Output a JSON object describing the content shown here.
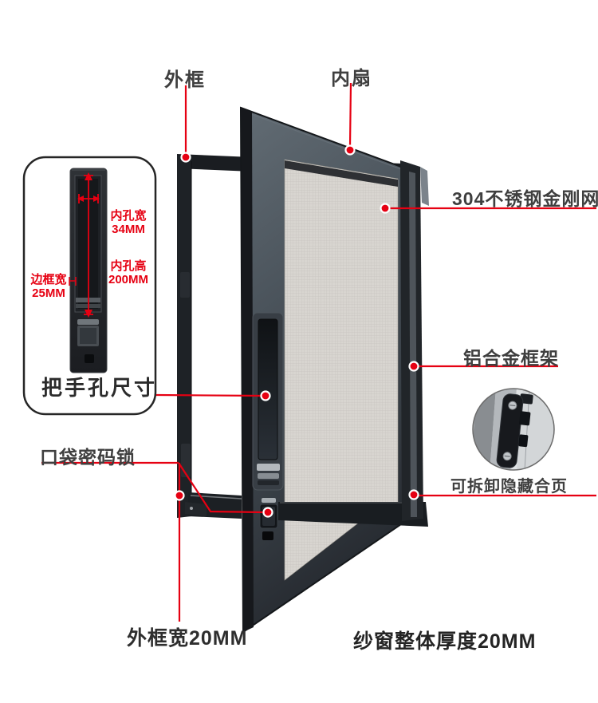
{
  "accent_color": "#e60012",
  "callouts": {
    "outer_frame": "外框",
    "inner_sash": "内扇",
    "steel_mesh": "304不锈钢金刚网",
    "alloy_frame": "铝合金框架",
    "hinge": "可拆卸隐藏合页",
    "pocket_lock": "口袋密码锁",
    "outer_frame_width": "外框宽20MM",
    "overall_thickness": "纱窗整体厚度20MM"
  },
  "handle_detail": {
    "caption": "把手孔尺寸",
    "inner_width_label": "内孔宽",
    "inner_width_value": "34MM",
    "inner_height_label": "内孔高",
    "inner_height_value": "200MM",
    "border_width_label": "边框宽",
    "border_width_value": "25MM"
  }
}
